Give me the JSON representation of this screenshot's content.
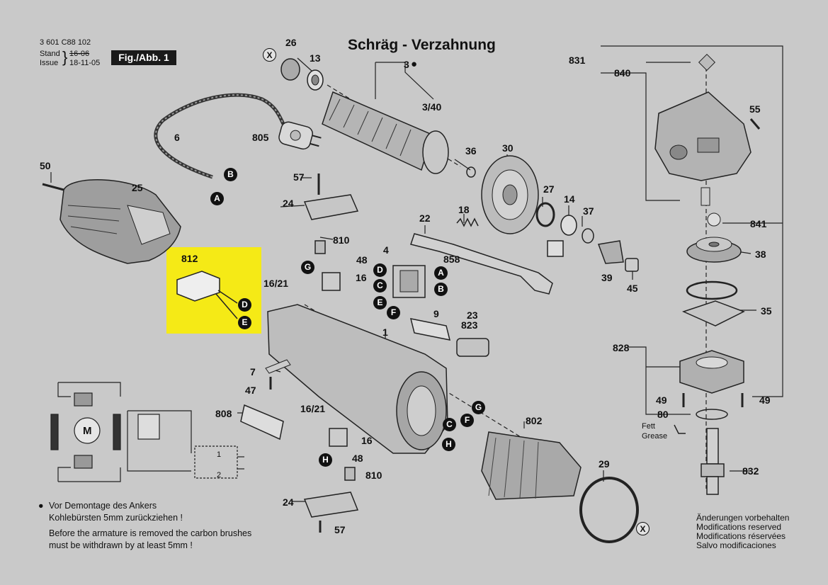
{
  "header": {
    "doc_number": "3 601 C88 102",
    "stand_label": "Stand",
    "issue_label": "Issue",
    "old_date": "16-06",
    "new_date": "18-11-05",
    "fig_label": "Fig./Abb. 1"
  },
  "title": "Schräg - Verzahnung",
  "parts": {
    "p26": "26",
    "p13": "13",
    "p3": "3",
    "p3_40": "3/40",
    "p831": "831",
    "p840": "840",
    "p55": "55",
    "p6": "6",
    "p805": "805",
    "p36": "36",
    "p30": "30",
    "p50": "50",
    "p25": "25",
    "p57a": "57",
    "p24a": "24",
    "p27": "27",
    "p14": "14",
    "p22": "22",
    "p18": "18",
    "p37": "37",
    "p841": "841",
    "p810a": "810",
    "p48a": "48",
    "p4": "4",
    "p858": "858",
    "p812": "812",
    "p38": "38",
    "p39": "39",
    "p45": "45",
    "p16_21a": "16/21",
    "p16a": "16",
    "p35": "35",
    "p9": "9",
    "p23": "23",
    "p823": "823",
    "p1": "1",
    "p828": "828",
    "p7": "7",
    "p47": "47",
    "p808": "808",
    "p16_21b": "16/21",
    "p802": "802",
    "p49a": "49",
    "p49b": "49",
    "p80": "80",
    "p16b": "16",
    "p48b": "48",
    "p810b": "810",
    "p29": "29",
    "p832": "832",
    "p24b": "24",
    "p57b": "57"
  },
  "markers": {
    "a": "A",
    "b": "B",
    "c": "C",
    "d": "D",
    "e": "E",
    "f": "F",
    "g": "G",
    "h": "H",
    "x": "X"
  },
  "grease": {
    "de": "Fett",
    "en": "Grease"
  },
  "motor_symbol": "M",
  "circuit_labels": {
    "one": "1",
    "two": "2"
  },
  "notes": {
    "de_line1": "Vor Demontage des Ankers",
    "de_line2": "Kohlebürsten 5mm zurückziehen !",
    "en_line1": "Before the armature is removed the carbon brushes",
    "en_line2": "must be withdrawn by at least 5mm !"
  },
  "modifications": {
    "de": "Änderungen vorbehalten",
    "en": "Modifications reserved",
    "fr": "Modifications réservées",
    "es": "Salvo modificaciones"
  },
  "colors": {
    "background": "#c9c9c9",
    "highlight": "#f5ea16",
    "ink": "#111111"
  }
}
